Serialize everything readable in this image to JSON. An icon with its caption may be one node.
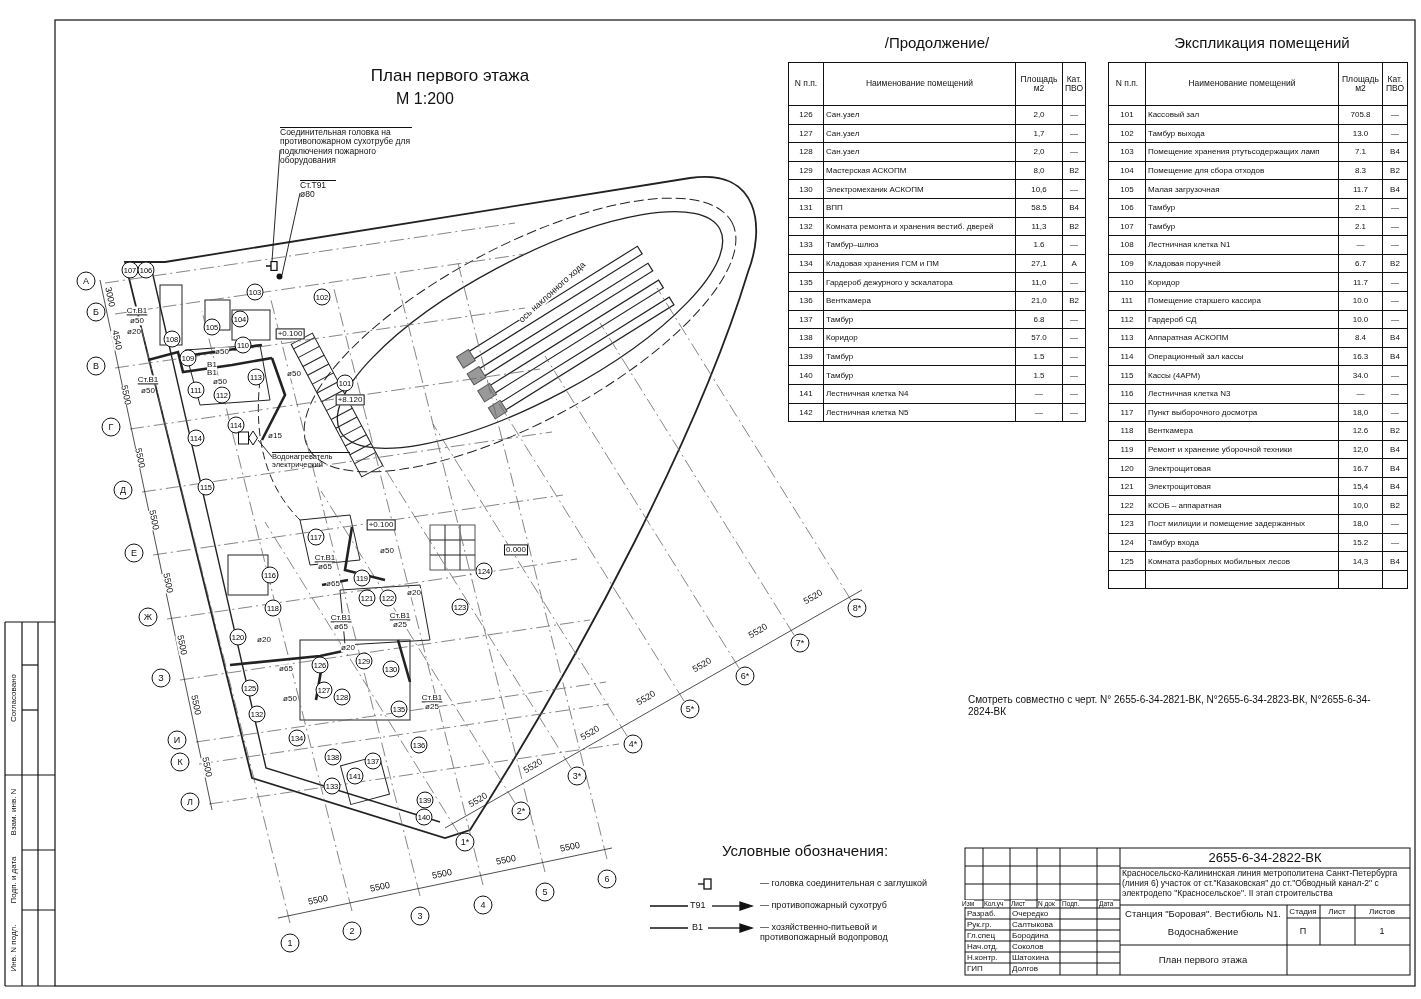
{
  "diagram": {
    "title": "План первого этажа",
    "nodes": [
      {
        "text": [
          "Соединительная головка на противопожарном сухотрубе для подключения пожарного оборудования"
        ]
      },
      {
        "text": [],
        "shape": "box"
      },
      {
        "text": [
          "Ст.Т91",
          "ø80"
        ]
      },
      {
        "text": [],
        "shape": "circle"
      },
      {
        "text": [
          "Водонагреватель электрический"
        ]
      },
      {
        "text": [],
        "shape": "picture"
      }
    ],
    "edges": [
      {
        "from": 0,
        "to": 1,
        "arrow": "none"
      },
      {
        "from": 2,
        "to": 3,
        "arrow": "none"
      },
      {
        "from": 4,
        "to": 5,
        "arrow": "none"
      }
    ],
    "labels": [
      "М 1:200",
      "/Продолжение/",
      "Экспликация помещений",
      "N п.п.",
      "Наименование помещений",
      "Площадь м2",
      "Кат. ПВО",
      "126",
      "Сан.узел",
      "2,0",
      "—",
      "127",
      "Сан.узел",
      "1,7",
      "—",
      "128",
      "Сан.узел",
      "2,0",
      "—",
      "129",
      "Мастерская АСКОПМ",
      "8,0",
      "В2",
      "130",
      "Электромеханик АСКОПМ",
      "10,6",
      "—",
      "131",
      "ВПП",
      "58.5",
      "В4",
      "132",
      "Комната ремонта и хранения вестиб. дверей",
      "11,3",
      "В2",
      "133",
      "Тамбур–шлюз",
      "1.6",
      "—",
      "134",
      "Кладовая хранения ГСМ и ПМ",
      "27,1",
      "А",
      "135",
      "Гардероб дежурного у эскалатора",
      "11,0",
      "—",
      "136",
      "Венткамера",
      "21,0",
      "В2",
      "137",
      "Тамбур",
      "6.8",
      "—",
      "138",
      "Коридор",
      "57.0",
      "—",
      "139",
      "Тамбур",
      "1.5",
      "—",
      "140",
      "Тамбур",
      "1.5",
      "—",
      "141",
      "Лестничная клетка N4",
      "—",
      "—",
      "142",
      "Лестничная клетка N5",
      "—",
      "—",
      "N п.п.",
      "Наименование помещений",
      "Площадь м2",
      "Кат. ПВО",
      "101",
      "Кассовый зал",
      "705.8",
      "—",
      "102",
      "Тамбур выхода",
      "13.0",
      "—",
      "103",
      "Помещение хранения ртутьсодержащих ламп",
      "7.1",
      "В4",
      "104",
      "Помещение для сбора отходов",
      "8.3",
      "В2",
      "105",
      "Малая загрузочная",
      "11.7",
      "В4",
      "106",
      "Тамбур",
      "2.1",
      "—",
      "107",
      "Тамбур",
      "2.1",
      "—",
      "108",
      "Лестничная клетка N1",
      "—",
      "—",
      "109",
      "Кладовая поручней",
      "6.7",
      "В2",
      "110",
      "Коридор",
      "11.7",
      "—",
      "111",
      "Помещение старшего кассира",
      "10.0",
      "—",
      "112",
      "Гардероб СД",
      "10.0",
      "—",
      "113",
      "Аппаратная АСКОПМ",
      "8.4",
      "В4",
      "114",
      "Операционный зал кассы",
      "16.3",
      "В4",
      "115",
      "Кассы (4АРМ)",
      "34.0",
      "—",
      "116",
      "Лестничная клетка N3",
      "—",
      "—",
      "117",
      "Пункт выборочного досмотра",
      "18,0",
      "—",
      "118",
      "Венткамера",
      "12.6",
      "В2",
      "119",
      "Ремонт и хранение уборочной техники",
      "12,0",
      "В4",
      "120",
      "Электрощитовая",
      "16.7",
      "В4",
      "121",
      "Электрощитовая",
      "15,4",
      "В4",
      "122",
      "КСОБ – аппаратная",
      "10,0",
      "В2",
      "123",
      "Пост милиции и помещение задержанных",
      "18,0",
      "—",
      "124",
      "Тамбур входа",
      "15.2",
      "—",
      "125",
      "Комната разборных мобильных лесов",
      "14,3",
      "В4",
      "Смотреть совместно с черт. N° 2655-6-34-2821-ВК, N°2655-6-34-2823-ВК, N°2655-6-34-2824-ВК",
      "Условные обозначения:",
      "Т91",
      "В1",
      "Изм",
      "Кол.уч",
      "Лист",
      "N док",
      "Подп.",
      "Дата",
      "Разраб.",
      "Очередко",
      "Рук.гр.",
      "Салтыкова",
      "Гл.спец",
      "Бородина",
      "Нач.отд.",
      "Соколов",
      "Н.контр.",
      "Шатохина",
      "ГИП",
      "Долгов",
      "2655-6-34-2822-ВК",
      "Красносельско-Калининская линия метрополитена Санкт-Петербурга (линия 6) участок от ст.\"Казаковская\" до ст.\"Обводный канал-2\" с электродепо \"Красносельское\". II этап строительства",
      "Станция \"Боровая\". Вестибюль N1.",
      "Водоснабжение",
      "Стадия",
      "Лист",
      "Листов",
      "П",
      "1",
      "План первого этажа",
      "Согласовано",
      "Инв. N подл.",
      "Подп. и дата",
      "Взам. инв. N",
      "107",
      "106",
      "103",
      "102",
      "104",
      "105",
      "108",
      "110",
      "109",
      "113",
      "101",
      "111",
      "112",
      "114",
      "114",
      "115",
      "117",
      "124",
      "116",
      "119",
      "121",
      "122",
      "118",
      "123",
      "120",
      "129",
      "126",
      "130",
      "125",
      "127",
      "128",
      "135",
      "132",
      "134",
      "136",
      "138",
      "137",
      "141",
      "133",
      "139",
      "140",
      "А",
      "Б",
      "В",
      "Г",
      "Д",
      "Е",
      "Ж",
      "З",
      "И",
      "К",
      "Л",
      "1",
      "2",
      "3",
      "4",
      "5",
      "6",
      "1*",
      "2*",
      "3*",
      "4*",
      "5*",
      "6*",
      "7*",
      "8*",
      "3000",
      "4540",
      "5500",
      "5500",
      "5500",
      "5500",
      "5500",
      "5500",
      "5500",
      "5500",
      "5500",
      "5500",
      "5500",
      "5500",
      "5520",
      "5520",
      "5520",
      "5520",
      "5520",
      "5520",
      "5520",
      "Ст.В1",
      "ø50",
      "ø20",
      "Ст.В1",
      "ø50",
      "ø50",
      "В1",
      "В1",
      "ø50",
      "ø50",
      "+0.100",
      "+8.120",
      "ø15",
      "+0.100",
      "ø50",
      "Ст.В1",
      "ø65",
      "ø65",
      "ø20",
      "Ст.В1",
      "ø25",
      "Ст.В1",
      "ø65",
      "ø20",
      "ø20",
      "ø65",
      "ø50",
      "Ст.В1",
      "ø25",
      "0.000",
      "ось наклонного хода"
    ],
    "legend": [
      {
        "text": "— головка соединительная с заглушкой"
      },
      {
        "text": "— противопожарный сухотруб"
      },
      {
        "text": "— хозяйственно-питьевой и противопожарный водопровод"
      }
    ]
  }
}
